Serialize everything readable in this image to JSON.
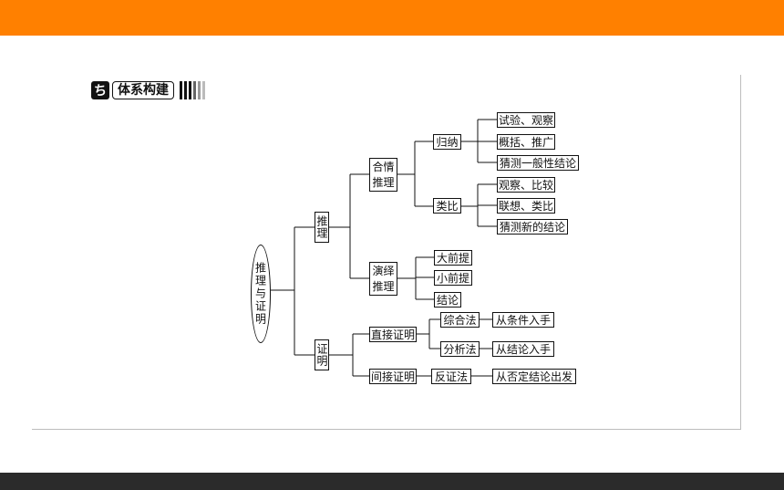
{
  "header": {
    "icon_glyph": "ち",
    "title": "体系构建"
  },
  "tree": {
    "root": "推理与证明",
    "reasoning": "推理",
    "proof": "证明",
    "plausible": "合情推理",
    "deductive": "演绎推理",
    "induction": "归纳",
    "analogy": "类比",
    "ind1": "试验、观察",
    "ind2": "概括、推广",
    "ind3": "猜测一般性结论",
    "ana1": "观察、比较",
    "ana2": "联想、类比",
    "ana3": "猜测新的结论",
    "ded1": "大前提",
    "ded2": "小前提",
    "ded3": "结论",
    "direct": "直接证明",
    "indirect": "间接证明",
    "synthetic": "综合法",
    "analytic": "分析法",
    "contradiction": "反证法",
    "syn_desc": "从条件入手",
    "ana_desc": "从结论入手",
    "con_desc": "从否定结论出发"
  }
}
